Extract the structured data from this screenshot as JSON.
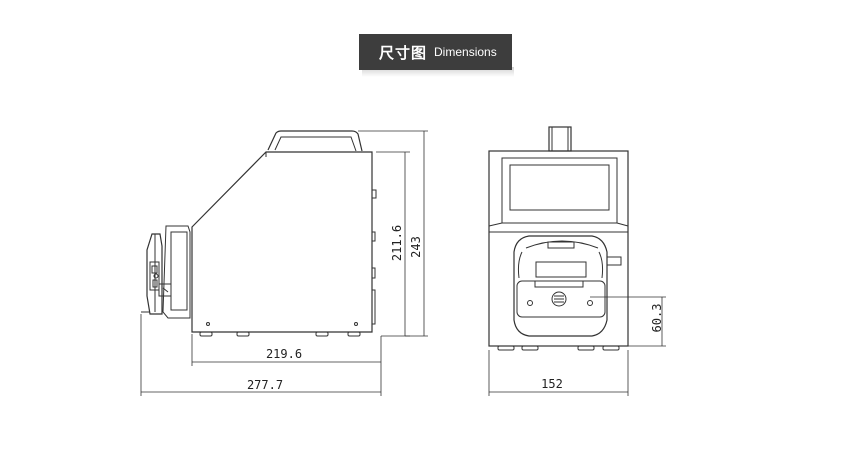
{
  "header": {
    "title_cn": "尺寸图",
    "title_en": "Dimensions"
  },
  "dimensions": {
    "side_base_length": "219.6",
    "side_total_length": "277.7",
    "side_body_height": "211.6",
    "side_total_height": "243",
    "front_width": "152",
    "front_pump_height": "60.3"
  }
}
